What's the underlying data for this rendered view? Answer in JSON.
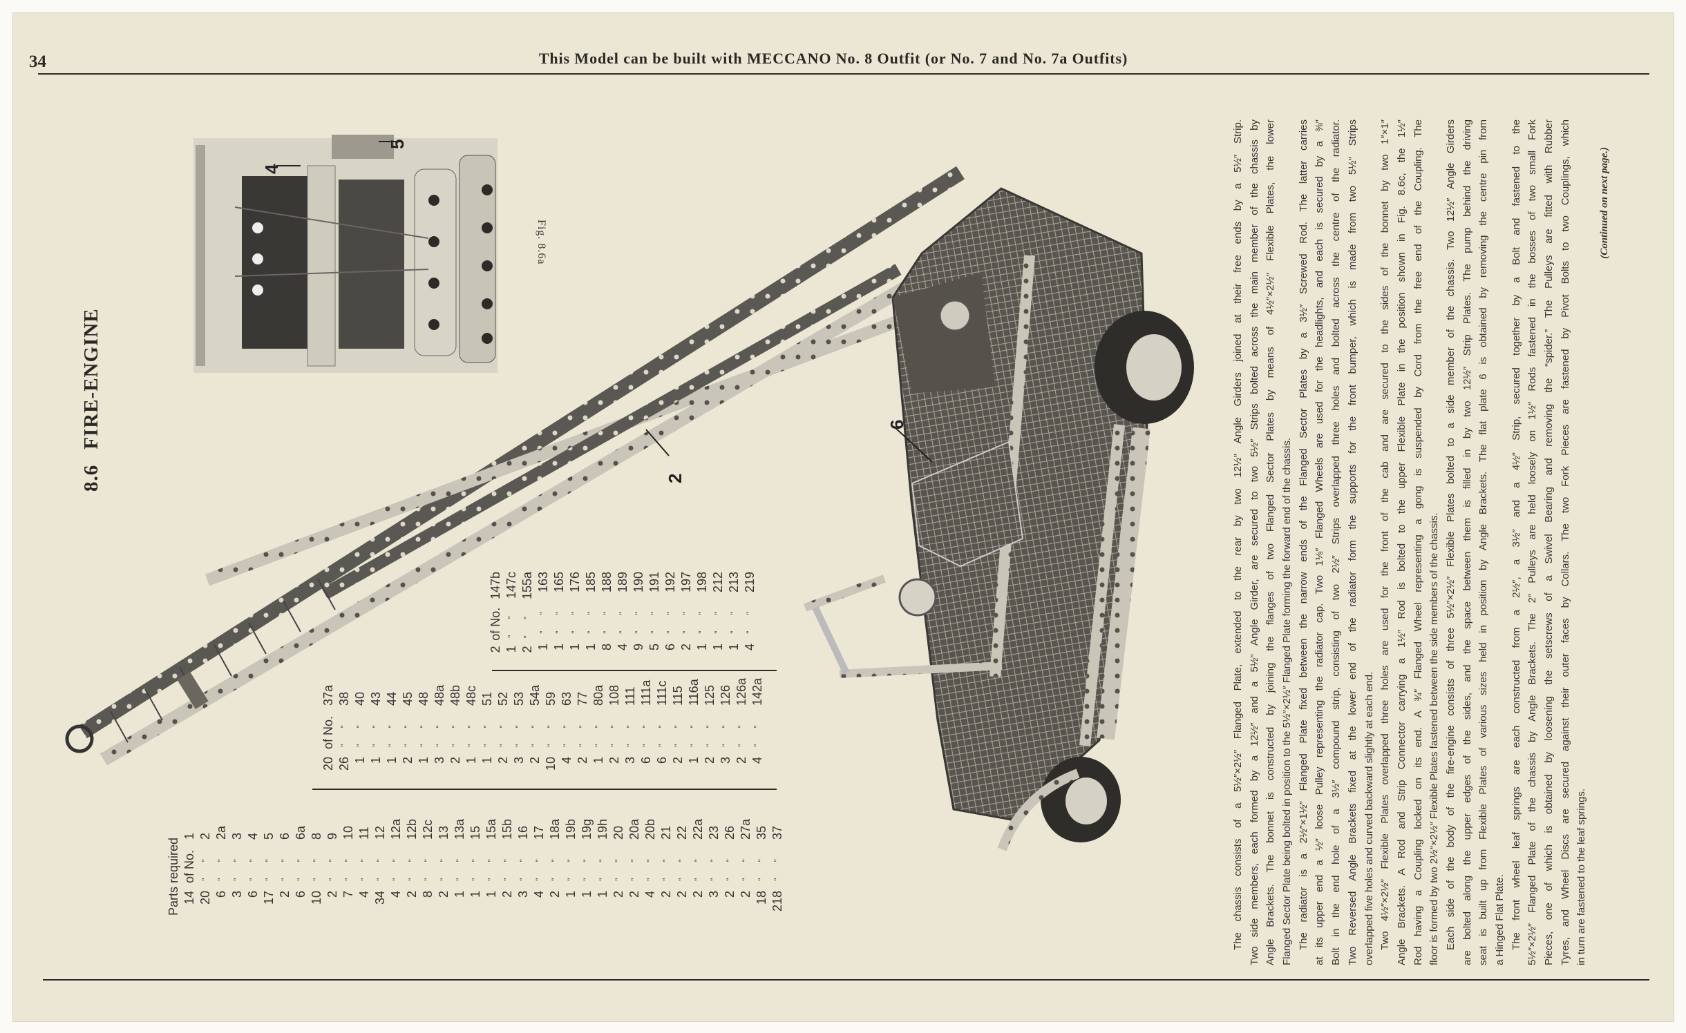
{
  "header": {
    "page_number": "34",
    "title": "This Model can be built with MECCANO No. 8 Outfit (or No. 7 and No. 7a Outfits)"
  },
  "model": {
    "number": "8.6",
    "name": "FIRE-ENGINE"
  },
  "figures": {
    "inset_label": "Fig. 8.6a",
    "callouts": {
      "inset_4": "4",
      "inset_5": "5",
      "main_2": "2",
      "main_6": "6"
    }
  },
  "parts": {
    "heading": "Parts required",
    "of_no": "of No.",
    "ditto": "” ”",
    "columns": [
      [
        [
          "14",
          "1"
        ],
        [
          "20",
          "2"
        ],
        [
          "6",
          "2a"
        ],
        [
          "3",
          "3"
        ],
        [
          "6",
          "4"
        ],
        [
          "17",
          "5"
        ],
        [
          "2",
          "6"
        ],
        [
          "6",
          "6a"
        ],
        [
          "10",
          "8"
        ],
        [
          "2",
          "9"
        ],
        [
          "7",
          "10"
        ],
        [
          "4",
          "11"
        ],
        [
          "34",
          "12"
        ],
        [
          "4",
          "12a"
        ],
        [
          "2",
          "12b"
        ],
        [
          "8",
          "12c"
        ],
        [
          "2",
          "13"
        ],
        [
          "1",
          "13a"
        ],
        [
          "1",
          "15"
        ],
        [
          "1",
          "15a"
        ],
        [
          "2",
          "15b"
        ],
        [
          "3",
          "16"
        ],
        [
          "4",
          "17"
        ],
        [
          "2",
          "18a"
        ],
        [
          "1",
          "19b"
        ],
        [
          "1",
          "19g"
        ],
        [
          "1",
          "19h"
        ],
        [
          "2",
          "20"
        ],
        [
          "2",
          "20a"
        ],
        [
          "4",
          "20b"
        ],
        [
          "2",
          "21"
        ],
        [
          "2",
          "22"
        ],
        [
          "2",
          "22a"
        ],
        [
          "3",
          "23"
        ],
        [
          "2",
          "26"
        ],
        [
          "2",
          "27a"
        ],
        [
          "18",
          "35"
        ],
        [
          "218",
          "37"
        ]
      ],
      [
        [
          "20",
          "37a"
        ],
        [
          "26",
          "38"
        ],
        [
          "1",
          "40"
        ],
        [
          "1",
          "43"
        ],
        [
          "1",
          "44"
        ],
        [
          "2",
          "45"
        ],
        [
          "1",
          "48"
        ],
        [
          "3",
          "48a"
        ],
        [
          "2",
          "48b"
        ],
        [
          "1",
          "48c"
        ],
        [
          "1",
          "51"
        ],
        [
          "2",
          "52"
        ],
        [
          "3",
          "53"
        ],
        [
          "2",
          "54a"
        ],
        [
          "10",
          "59"
        ],
        [
          "4",
          "63"
        ],
        [
          "2",
          "77"
        ],
        [
          "1",
          "80a"
        ],
        [
          "2",
          "108"
        ],
        [
          "3",
          "111"
        ],
        [
          "6",
          "111a"
        ],
        [
          "6",
          "111c"
        ],
        [
          "2",
          "115"
        ],
        [
          "1",
          "116a"
        ],
        [
          "2",
          "125"
        ],
        [
          "3",
          "126"
        ],
        [
          "2",
          "126a"
        ],
        [
          "4",
          "142a"
        ]
      ],
      [
        [
          "2",
          "147b"
        ],
        [
          "1",
          "147c"
        ],
        [
          "2",
          "155a"
        ],
        [
          "1",
          "163"
        ],
        [
          "1",
          "165"
        ],
        [
          "1",
          "176"
        ],
        [
          "1",
          "185"
        ],
        [
          "8",
          "188"
        ],
        [
          "4",
          "189"
        ],
        [
          "9",
          "190"
        ],
        [
          "5",
          "191"
        ],
        [
          "6",
          "192"
        ],
        [
          "2",
          "197"
        ],
        [
          "1",
          "198"
        ],
        [
          "1",
          "212"
        ],
        [
          "1",
          "213"
        ],
        [
          "4",
          "219"
        ]
      ]
    ]
  },
  "instructions": {
    "paragraphs": [
      [
        "The chassis consists of a 5½″×2½″ Flanged Plate, extended to the rear by two 12½″ Angle Girders joined at their free ends by a 5½″ Strip.",
        "Two side members, each formed by a 12½″ and a 5½″ Angle Girder, are secured to two 5½″ Strips bolted across the main member of the chassis by",
        "Angle Brackets. The bonnet is constructed by joining the flanges of two Flanged Sector Plates by means of 4½″×2½″ Flexible Plates, the lower",
        "Flanged Sector Plate being bolted in position to the 5½″×2½″ Flanged Plate forming the forward end of the chassis."
      ],
      [
        "The radiator is a 2½″×1½″ Flanged Plate fixed between the narrow ends of the Flanged Sector Plates by a 3½″ Screwed Rod. The latter carries",
        "at its upper end a ½″ loose Pulley representing the radiator cap. Two 1⅛″ Flanged Wheels are used for the headlights, and each is secured by a ⅜″",
        "Bolt in the end hole of a 3½″ compound strip, consisting of two 2½″ Strips overlapped three holes and bolted across the centre of the radiator.",
        "Two Reversed Angle Brackets fixed at the lower end of the radiator form the supports for the front bumper, which is made from two 5½″ Strips",
        "overlapped five holes and curved backward slightly at each end."
      ],
      [
        "Two 4½″×2½″ Flexible Plates overlapped three holes are used for the front of the cab and are secured to the sides of the bonnet by two 1″×1″",
        "Angle Brackets. A Rod and Strip Connector carrying a 1½″ Rod is bolted to the upper Flexible Plate in the position shown in Fig. 8.6c, the 1½″",
        "Rod having a Coupling locked on its end. A ¾″ Flanged Wheel representing a gong is suspended by Cord from the free end of the Coupling. The",
        "floor is formed by two 2½″×2½″ Flexible Plates fastened between the side members of the chassis."
      ],
      [
        "Each side of the body of the fire-engine consists of three 5½″×2½″ Flexible Plates bolted to a side member of the chassis. Two 12½″ Angle Girders",
        "are bolted along the upper edges of the sides, and the space between them is filled in by two 12½″ Strip Plates. The pump behind the driving",
        "seat is built up from Flexible Plates of various sizes held in position by Angle Brackets. The flat plate 6 is obtained by removing the centre pin from",
        "a Hinged Flat Plate."
      ],
      [
        "The front wheel leaf springs are each constructed from a 2½″, a 3½″ and a 4½″ Strip, secured together by a Bolt and fastened to the",
        "5½″×2½″ Flanged Plate of the chassis by Angle Brackets. The 2″ Pulleys are held loosely on 1½″ Rods fastened in the bosses of two small Fork",
        "Pieces, one of which is obtained by loosening the setscrews of a Swivel Bearing and removing the “spider.” The Pulleys are fitted with Rubber",
        "Tyres, and Wheel Discs are secured against their outer faces by Collars. The two Fork Pieces are fastened by Pivot Bolts to two Couplings, which",
        "in turn are fastened to the leaf springs."
      ]
    ],
    "continued": "(Continued on next page.)"
  },
  "colors": {
    "paper": "#ece7d5",
    "ink": "#2b2926",
    "metal_dark": "#4a4843",
    "metal_light": "#b9b5a8"
  }
}
